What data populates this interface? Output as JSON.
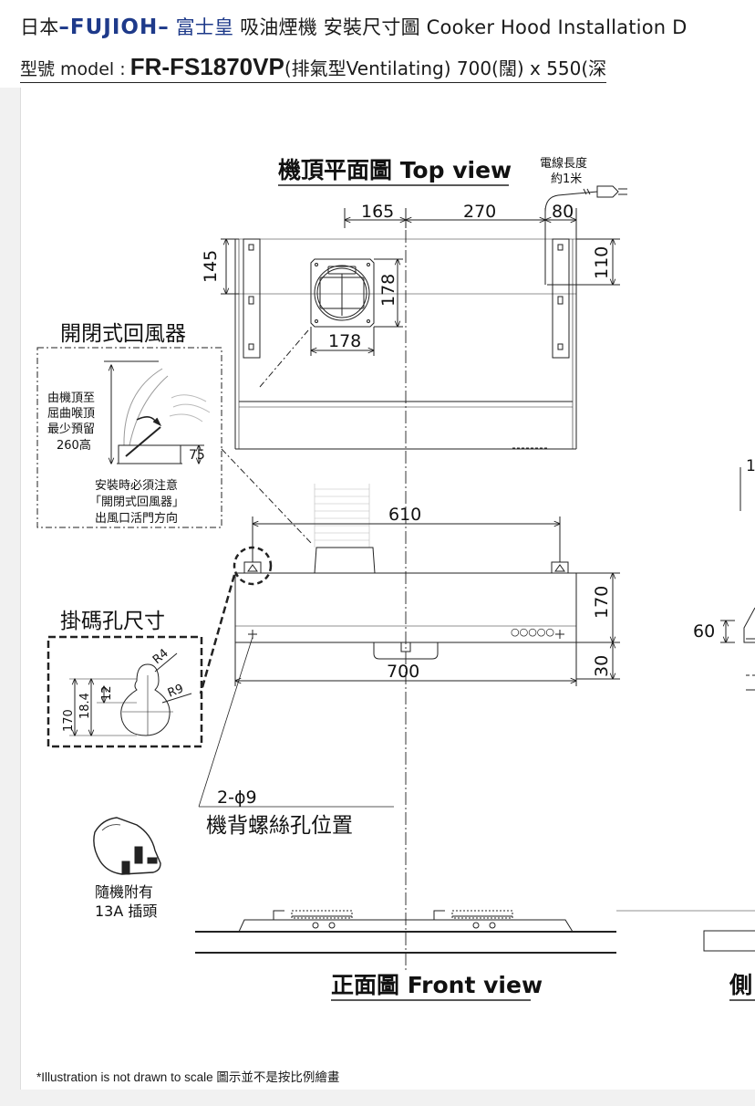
{
  "header": {
    "prefix": "日本",
    "brand": "FUJIOH",
    "brand_cn": "富士皇",
    "title": "吸油煙機 安裝尺寸圖 Cooker Hood Installation D",
    "model_label": "型號 model :",
    "model_code": "FR-FS1870VP",
    "model_rest": "(排氣型Ventilating) 700(闊) x 550(深"
  },
  "top_view": {
    "title": "機頂平面圖 Top view",
    "cable_label_1": "電線長度",
    "cable_label_2": "約1米",
    "dims": {
      "d165": "165",
      "d270": "270",
      "d80": "80",
      "d145": "145",
      "d178v": "178",
      "d178h": "178",
      "d110": "110"
    }
  },
  "damper": {
    "title": "開閉式回風器",
    "note_lines": [
      "由機頂至",
      "屈曲喉頂",
      "最少預留",
      "260高"
    ],
    "dim75": "75",
    "caution_lines": [
      "安裝時必須注意",
      "「開閉式回風器」",
      "出風口活門方向"
    ]
  },
  "front_view": {
    "title": "正面圖 Front view",
    "d610": "610",
    "d700": "700",
    "d170": "170",
    "d30": "30",
    "d60": "60",
    "side_dim": "1",
    "side_title": "側",
    "controls": "○○○○○"
  },
  "hook": {
    "title": "掛碼孔尺寸",
    "r4": "R4",
    "r9": "R9",
    "d12": "12",
    "d184": "18.4",
    "d170": "170"
  },
  "screw": {
    "spec": "2-ϕ9",
    "label": "機背螺絲孔位置"
  },
  "plug": {
    "line1": "隨機附有",
    "line2": "13A 插頭"
  },
  "footnote": "*Illustration is not drawn to scale   圖示並不是按比例繪畫"
}
